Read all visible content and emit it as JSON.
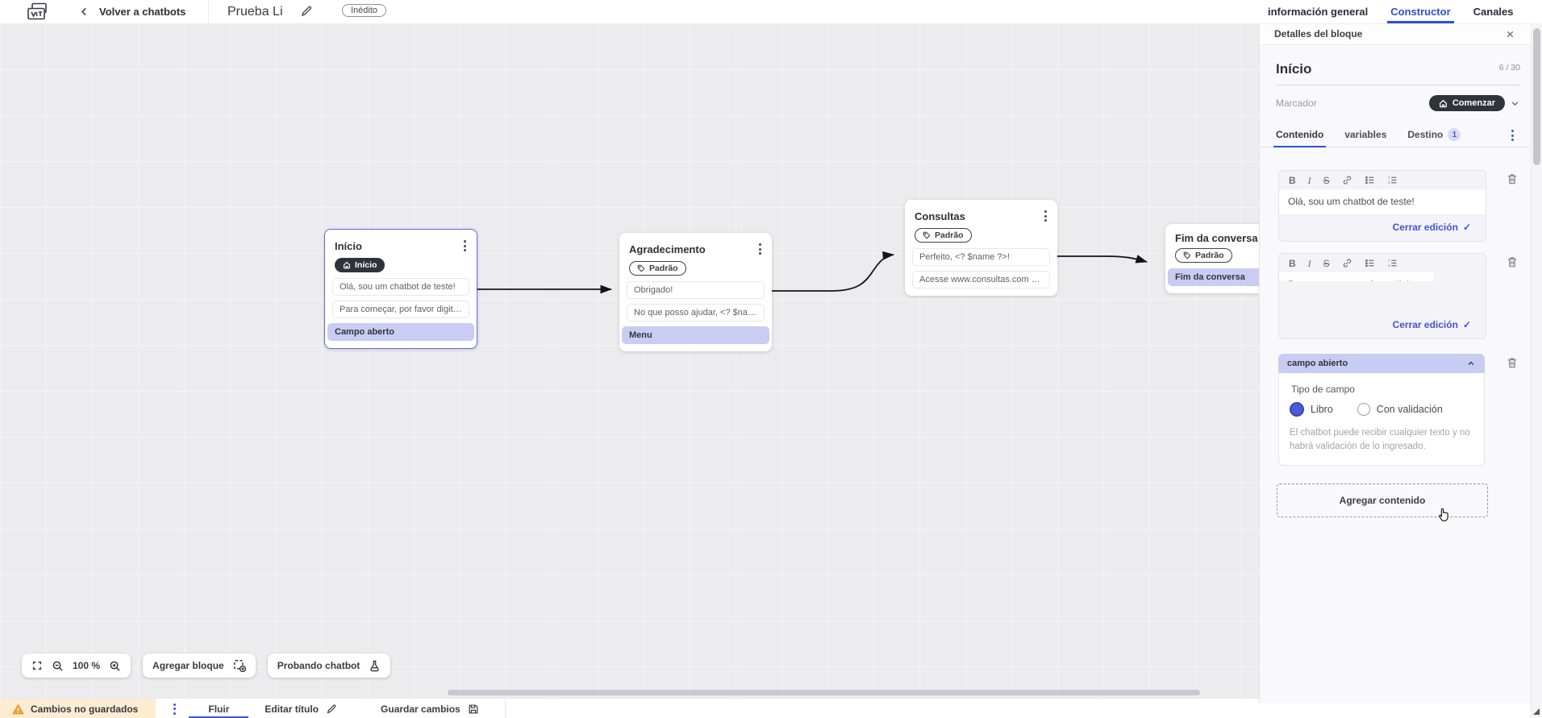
{
  "top_bar": {
    "back_label": "Volver a chatbots",
    "title": "Prueba Li",
    "status_badge": "Inédito"
  },
  "main_tabs": {
    "general": "información general",
    "constructor": "Constructor",
    "channels": "Canales"
  },
  "canvas": {
    "nodes": [
      {
        "title": "Início",
        "badge": "Início",
        "items": [
          {
            "text": "Olá, sou um chatbot de teste!"
          },
          {
            "text": "Para começar, por favor digite o ..."
          },
          {
            "text": "Campo aberto"
          }
        ]
      },
      {
        "title": "Agradecimento",
        "badge": "Padrão",
        "items": [
          {
            "text": "Obrigado!"
          },
          {
            "text": "No que posso ajudar, <? $name ..."
          },
          {
            "text": "Menu"
          }
        ]
      },
      {
        "title": "Consultas",
        "badge": "Padrão",
        "items": [
          {
            "text": "Perfeito, <? $name ?>!"
          },
          {
            "text": "Acesse www.consultas.com par..."
          }
        ]
      },
      {
        "title": "Fim da conversa",
        "badge": "Padrão",
        "items": [
          {
            "text": "Fim da conversa"
          }
        ]
      }
    ],
    "toolbar": {
      "zoom_level": "100 %",
      "add_block": "Agregar bloque",
      "test_chatbot": "Probando chatbot"
    }
  },
  "panel": {
    "header": "Detalles del bloque",
    "block_name": "Início",
    "name_counter": "6 / 30",
    "marker_label": "Marcador",
    "marker_value": "Comenzar",
    "tabs": {
      "content": "Contenido",
      "variables": "variables",
      "destination": "Destino",
      "destination_count": "1"
    },
    "editors": [
      {
        "text": "Olá, sou um chatbot de teste!",
        "close_label": "Cerrar edición"
      },
      {
        "text": "Para começar, por favor digite o seu nome.",
        "close_label": "Cerrar edición"
      }
    ],
    "open_field": {
      "header": "campo abierto",
      "type_label": "Tipo de campo",
      "option_free": "Libro",
      "option_validated": "Con validación",
      "helper": "El chatbot puede recibir cualquier texto y no habrá validación de lo ingresado."
    },
    "add_content": "Agregar contenido"
  },
  "bottom_bar": {
    "unsaved": "Cambios no guardados",
    "flow_tab": "Fluir",
    "edit_title": "Editar título",
    "save": "Guardar cambios"
  },
  "icons": {
    "back": "chevron-left",
    "edit": "pencil",
    "home": "house",
    "tag": "label-tag",
    "kebab": "three-dots",
    "close": "x",
    "check": "✓",
    "trash": "trash-can",
    "link": "chain",
    "bullet_list": "ul",
    "numbered_list": "ol",
    "fullscreen": "corner-brackets",
    "zoom_out": "magnifier-minus",
    "zoom_in": "magnifier-plus",
    "add_block": "dashed-square-plus",
    "test": "flask",
    "warning": "triangle-exclamation",
    "save": "floppy-disk",
    "cursor": "hand-pointer"
  },
  "colors": {
    "accent_blue": "#2b50d8",
    "link_blue": "#4154d0",
    "highlight_lavender": "#c9cdf3",
    "dark_pill": "#32323c",
    "warning_bg": "#fcecd2",
    "warning_icon": "#f0a43a",
    "canvas_bg": "#ececef",
    "selected_node_border": "#6a68d9"
  }
}
